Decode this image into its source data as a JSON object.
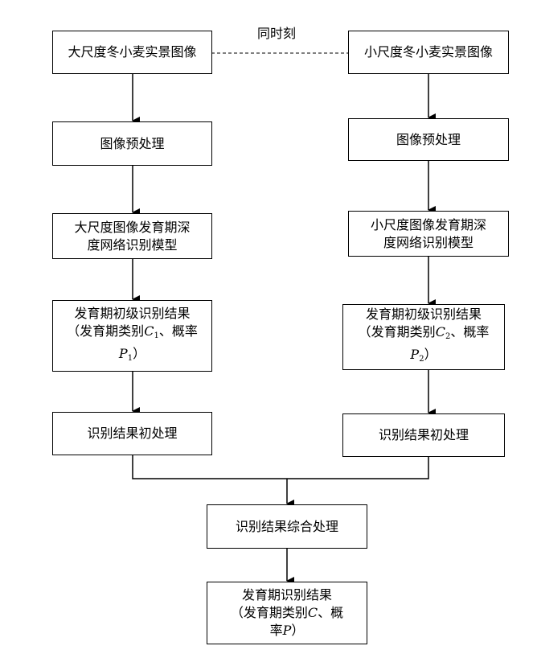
{
  "note": "同时刻",
  "left": {
    "image": "大尺度冬小麦实景图像",
    "preprocess": "图像预处理",
    "model_l1": "大尺度图像发育期深",
    "model_l2": "度网络识别模型",
    "result_l1": "发育期初级识别结果",
    "result_l2a": "（发育期类别",
    "C": "C",
    "C_sub": "1",
    "result_l2b": "、概率",
    "P": "P",
    "P_sub": "1",
    "result_l3b": "）",
    "post": "识别结果初处理"
  },
  "right": {
    "image": "小尺度冬小麦实景图像",
    "preprocess": "图像预处理",
    "model_l1": "小尺度图像发育期深",
    "model_l2": "度网络识别模型",
    "result_l1": "发育期初级识别结果",
    "result_l2a": "（发育期类别",
    "C": "C",
    "C_sub": "2",
    "result_l2b": "、概率",
    "P": "P",
    "P_sub": "2",
    "result_l3b": "）",
    "post": "识别结果初处理"
  },
  "combine": "识别结果综合处理",
  "final": {
    "l1": "发育期识别结果",
    "l2a": "（发育期类别",
    "C": "C",
    "l2b": "、概",
    "l3a": "率",
    "P": "P",
    "l3b": "）"
  }
}
